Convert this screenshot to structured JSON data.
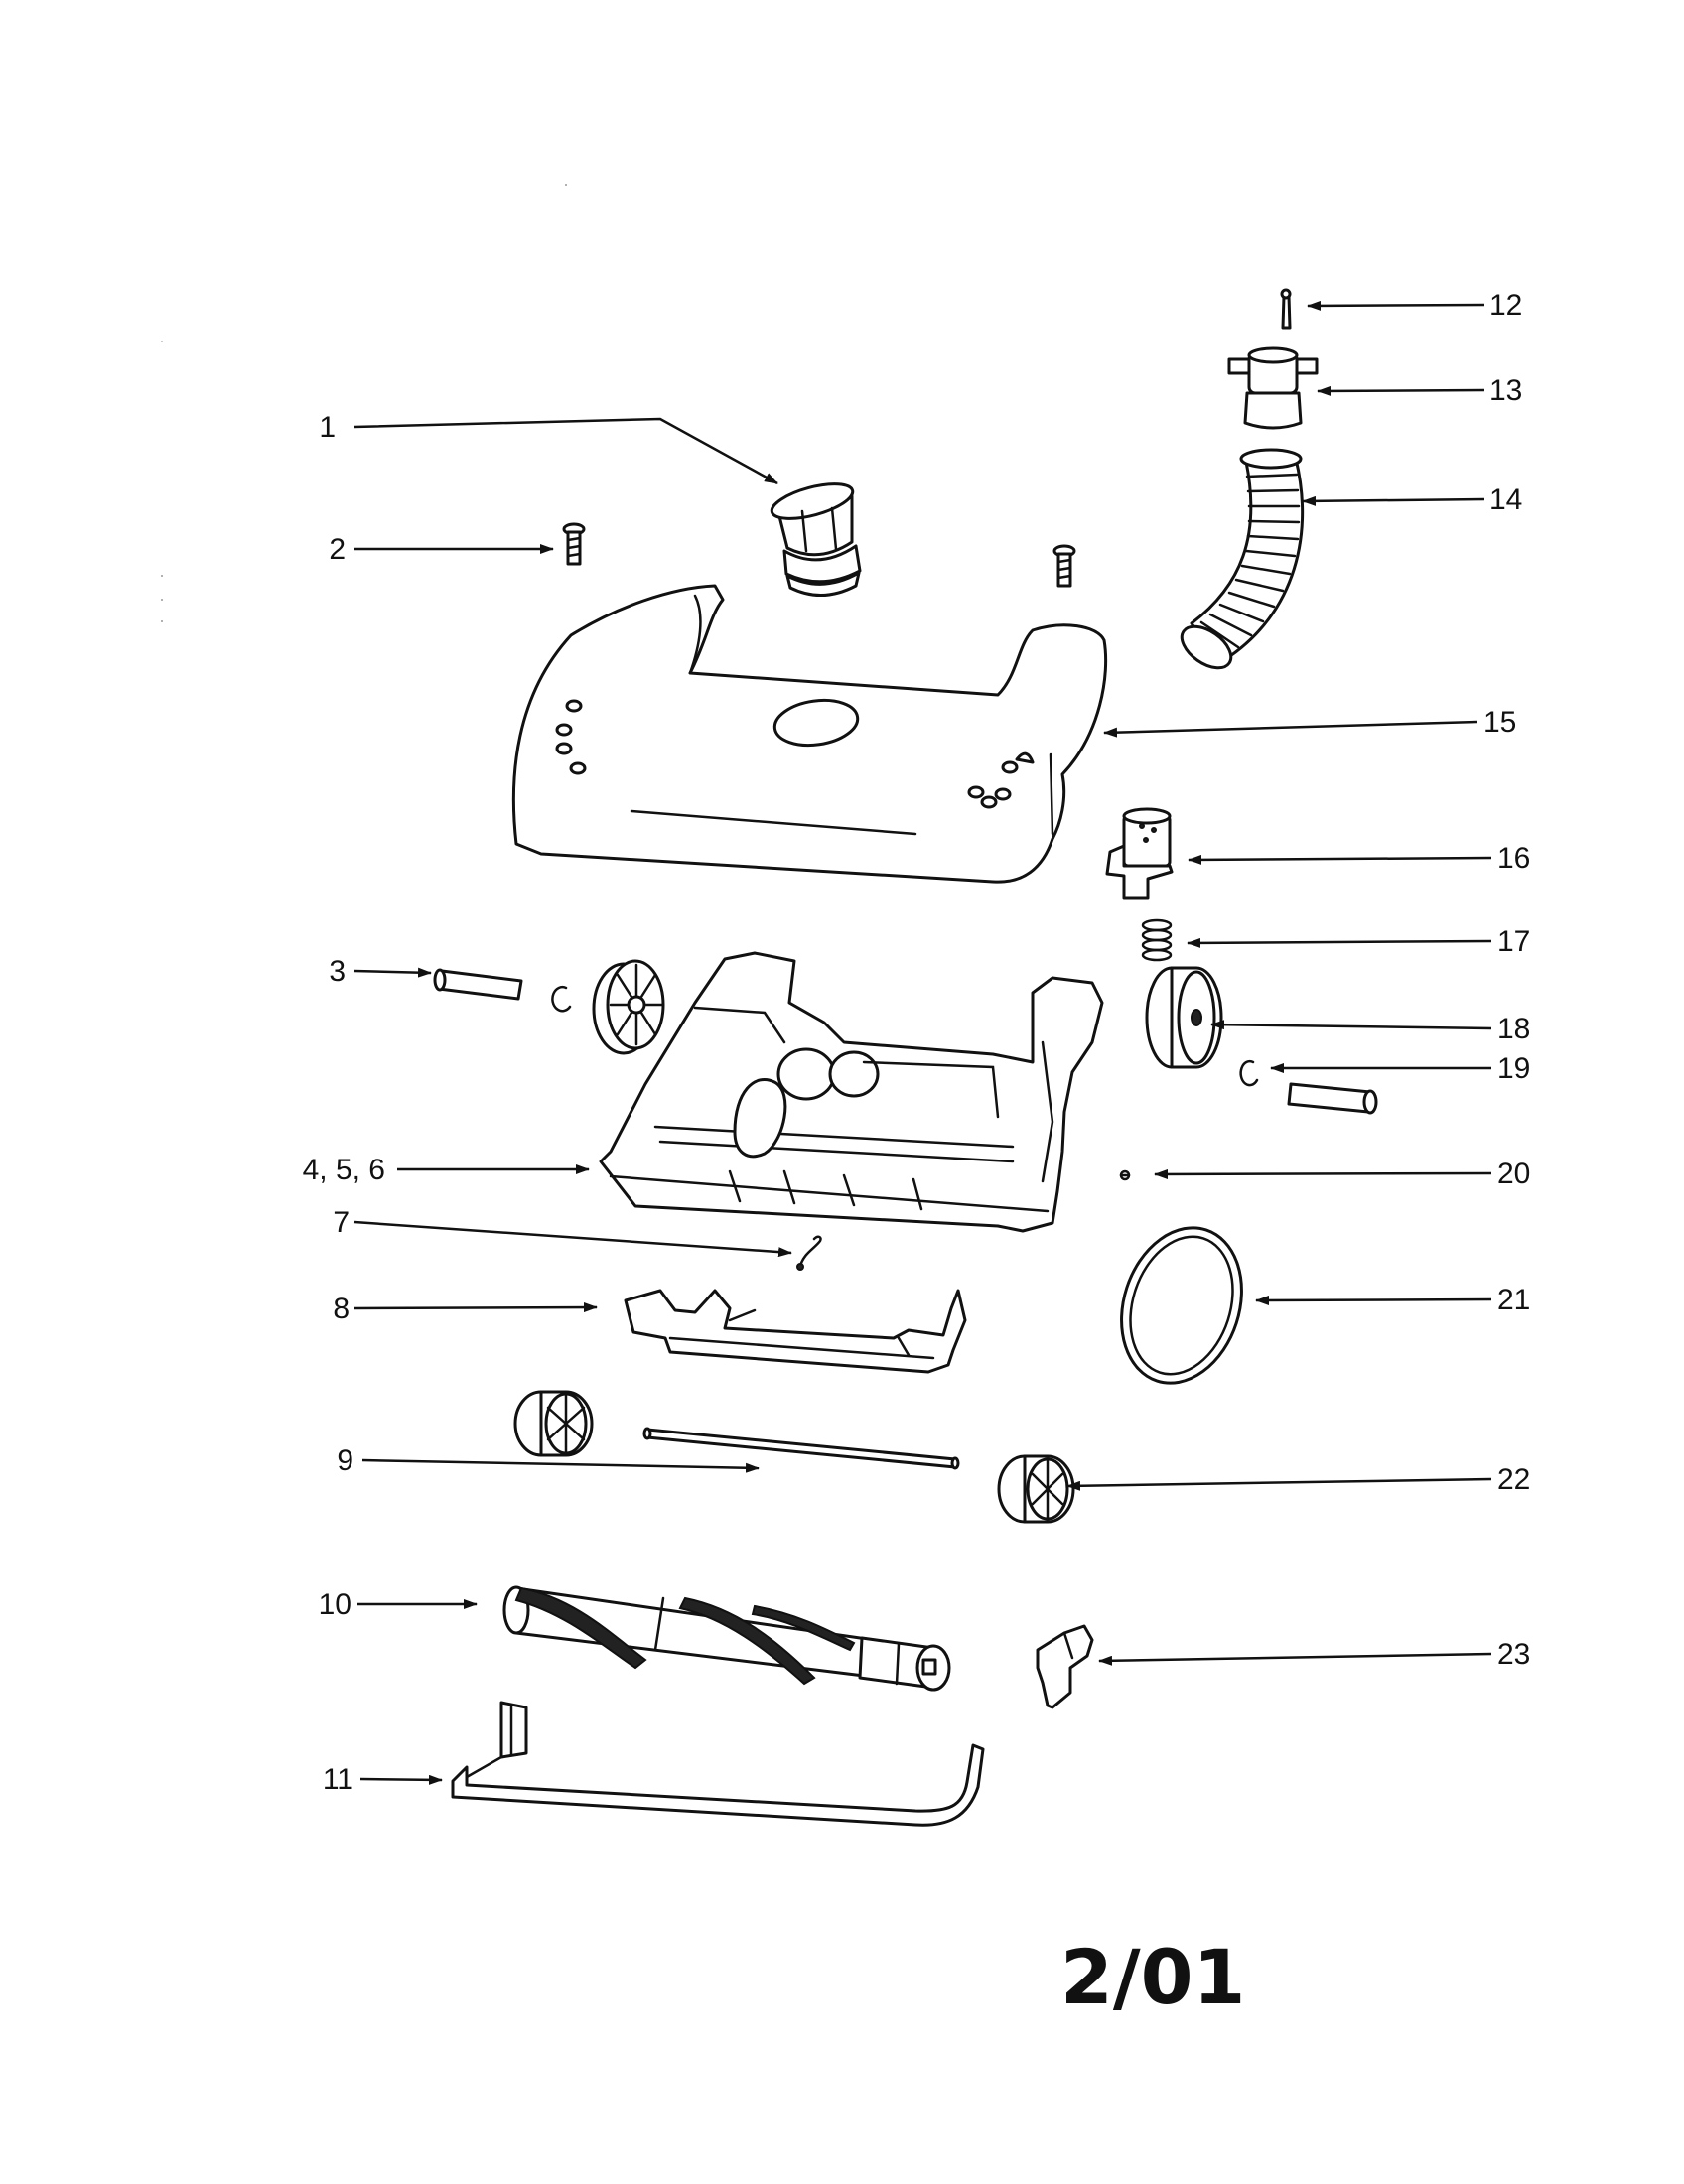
{
  "callouts": [
    {
      "id": "1",
      "label": "1"
    },
    {
      "id": "2",
      "label": "2"
    },
    {
      "id": "3",
      "label": "3"
    },
    {
      "id": "4-5-6",
      "label": "4, 5, 6"
    },
    {
      "id": "7",
      "label": "7"
    },
    {
      "id": "8",
      "label": "8"
    },
    {
      "id": "9",
      "label": "9"
    },
    {
      "id": "10",
      "label": "10"
    },
    {
      "id": "11",
      "label": "11"
    },
    {
      "id": "12",
      "label": "12"
    },
    {
      "id": "13",
      "label": "13"
    },
    {
      "id": "14",
      "label": "14"
    },
    {
      "id": "15",
      "label": "15"
    },
    {
      "id": "16",
      "label": "16"
    },
    {
      "id": "17",
      "label": "17"
    },
    {
      "id": "18",
      "label": "18"
    },
    {
      "id": "19",
      "label": "19"
    },
    {
      "id": "20",
      "label": "20"
    },
    {
      "id": "21",
      "label": "21"
    },
    {
      "id": "22",
      "label": "22"
    },
    {
      "id": "23",
      "label": "23"
    }
  ],
  "revision": "2/01"
}
